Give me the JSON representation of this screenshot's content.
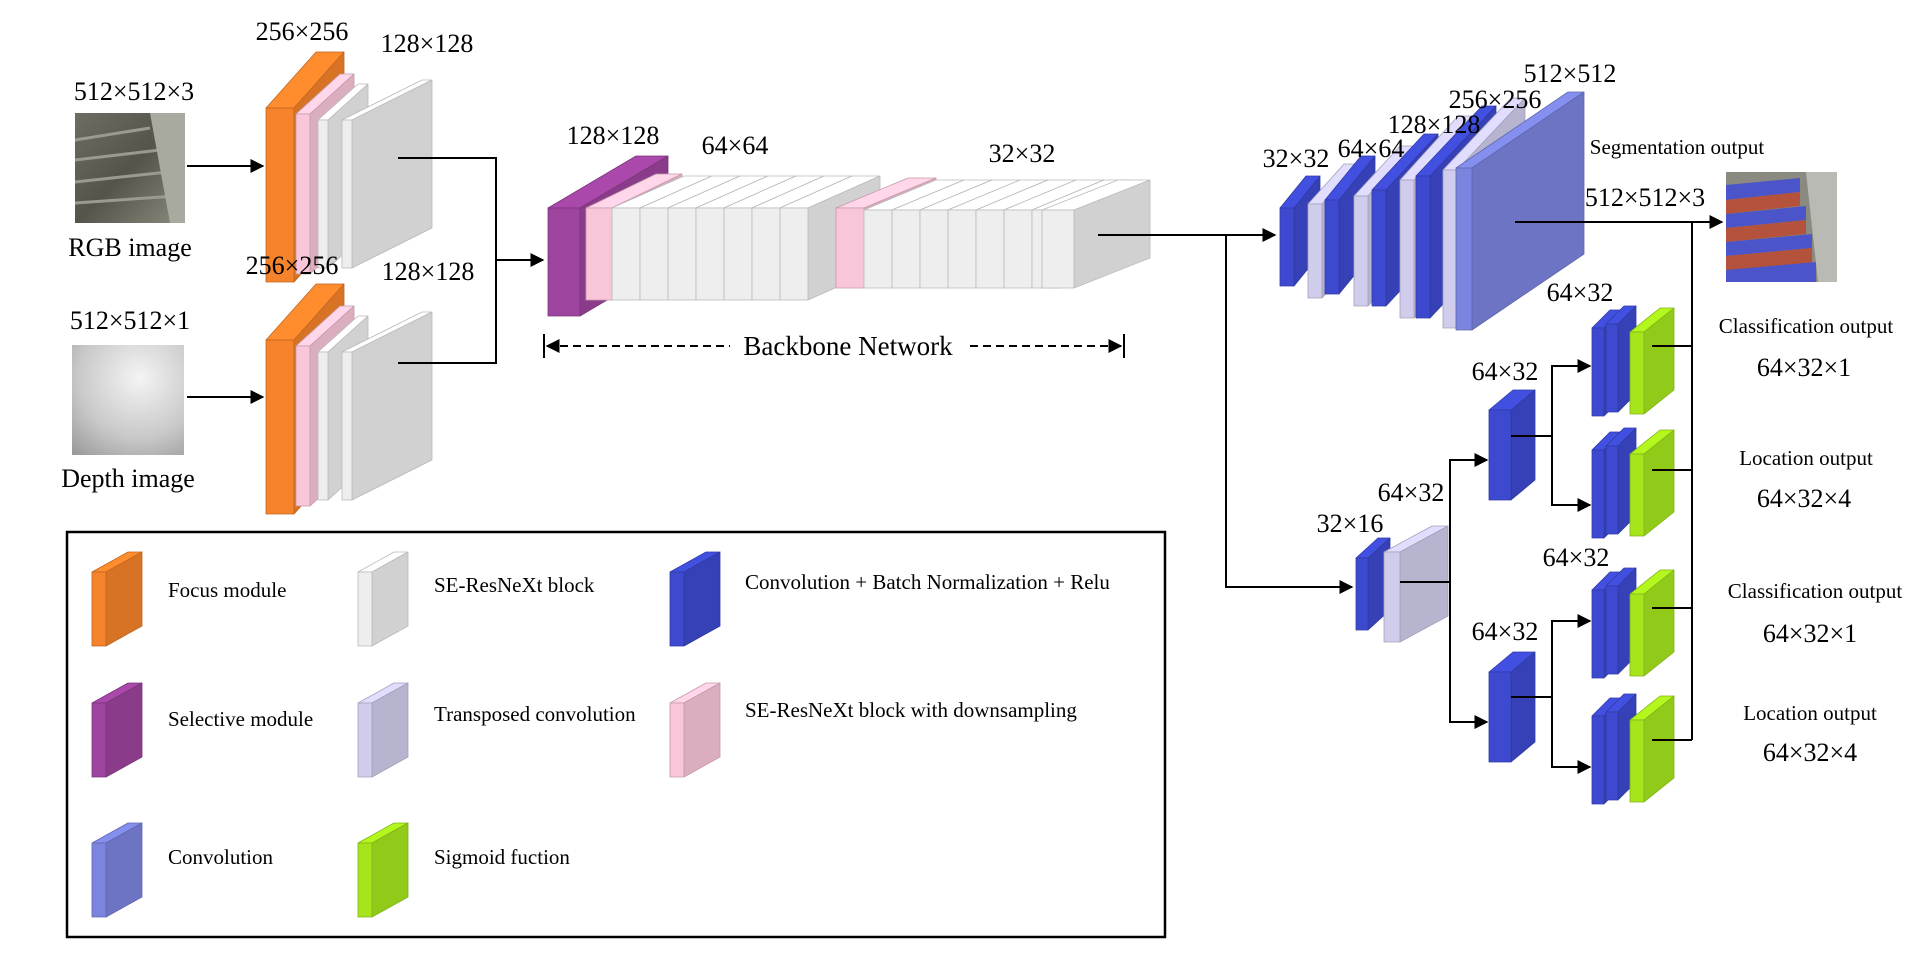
{
  "inputs": {
    "rgb": {
      "dim": "512×512×3",
      "label": "RGB image"
    },
    "depth": {
      "dim": "512×512×1",
      "label": "Depth image"
    }
  },
  "focus_branch": {
    "top": {
      "dim_a": "256×256",
      "dim_b": "128×128"
    },
    "bottom": {
      "dim_a": "256×256",
      "dim_b": "128×128"
    }
  },
  "backbone": {
    "dims": [
      "128×128",
      "64×64",
      "32×32"
    ],
    "label": "Backbone Network"
  },
  "segmentation": {
    "dims": [
      "32×32",
      "64×64",
      "128×128",
      "256×256",
      "512×512"
    ],
    "title": "Segmentation output",
    "out_dim": "512×512×3"
  },
  "heads": {
    "root_dims": [
      "32×16",
      "64×32"
    ],
    "mid_dims": [
      "64×32",
      "64×32"
    ],
    "leaf_dims": [
      "64×32",
      "64×32"
    ],
    "outputs": [
      {
        "title": "Classification output",
        "dim": "64×32×1"
      },
      {
        "title": "Location output",
        "dim": "64×32×4"
      },
      {
        "title": "Classification output",
        "dim": "64×32×1"
      },
      {
        "title": "Location output",
        "dim": "64×32×4"
      }
    ]
  },
  "legend": {
    "items": [
      {
        "label": "Focus module",
        "color": "#F5832B"
      },
      {
        "label": "SE-ResNeXt block",
        "color": "#EEEEEE"
      },
      {
        "label": "Convolution + Batch Normalization + Relu",
        "color": "#3D4AD0"
      },
      {
        "label": "Selective module",
        "color": "#9D449E"
      },
      {
        "label": "Transposed convolution",
        "color": "#D0CDEC"
      },
      {
        "label": "SE-ResNeXt block with downsampling",
        "color": "#F9C6D9"
      },
      {
        "label": "Convolution",
        "color": "#7B84DE"
      },
      {
        "label": "Sigmoid fuction",
        "color": "#A6E51C"
      }
    ]
  },
  "colors": {
    "focus": "#F5832B",
    "pink": "#F9C6D9",
    "light": "#EEEEEE",
    "purple": "#9D449E",
    "blue": "#3D4AD0",
    "lavender": "#D0CDEC",
    "conv": "#7B84DE",
    "green": "#A6E51C"
  }
}
